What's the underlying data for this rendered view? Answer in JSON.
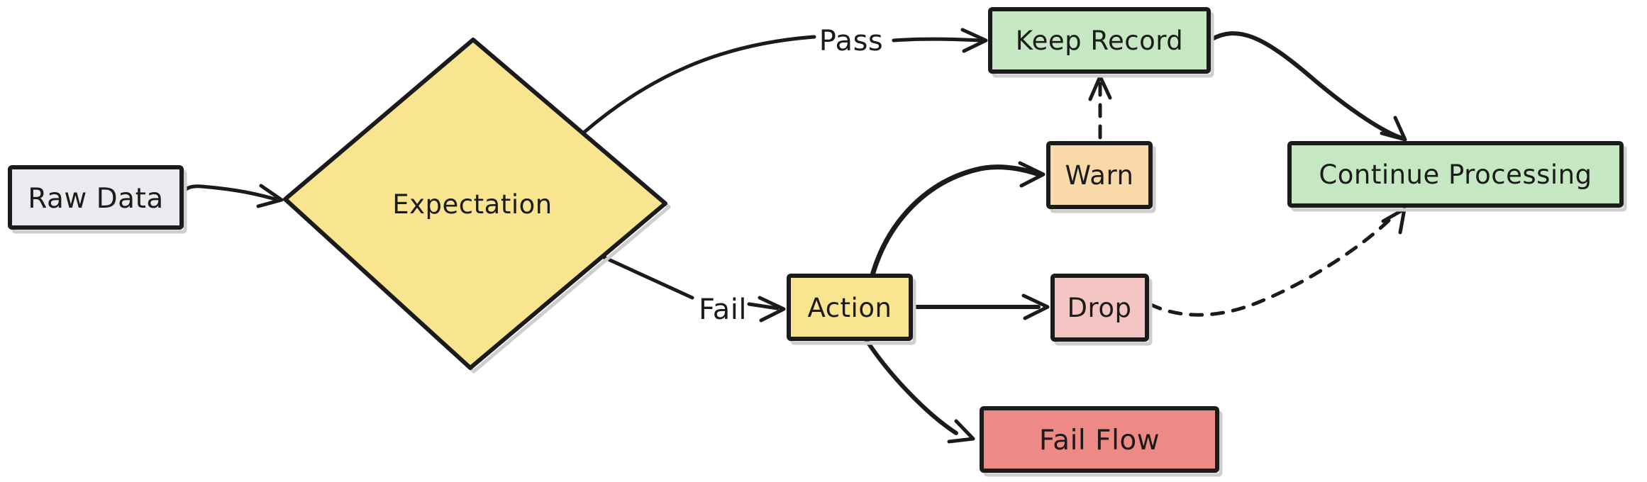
{
  "diagram": {
    "type": "flowchart",
    "style": "hand-drawn",
    "background": "#ffffff"
  },
  "colors": {
    "ink": "#1b1b1b",
    "shadow": "#cecece",
    "gray_node": "#e9ebee",
    "yellow_node": "#f9e58f",
    "green_node": "#c5e8c2",
    "orange_node": "#f8d9a7",
    "pink_node": "#f4c6c3",
    "red_node": "#ee8a86"
  },
  "nodes": {
    "raw_data": {
      "label": "Raw Data",
      "shape": "rectangle",
      "fill": "#e9ebee"
    },
    "expectation": {
      "label": "Expectation",
      "shape": "diamond",
      "fill": "#f9e58f"
    },
    "keep_record": {
      "label": "Keep Record",
      "shape": "rectangle",
      "fill": "#c5e8c2"
    },
    "warn": {
      "label": "Warn",
      "shape": "rectangle",
      "fill": "#f8d9a7"
    },
    "action": {
      "label": "Action",
      "shape": "rectangle",
      "fill": "#f9e58f"
    },
    "drop": {
      "label": "Drop",
      "shape": "rectangle",
      "fill": "#f4c6c3"
    },
    "fail_flow": {
      "label": "Fail Flow",
      "shape": "rectangle",
      "fill": "#ee8a86"
    },
    "continue_processing": {
      "label": "Continue Processing",
      "shape": "rectangle",
      "fill": "#c5e8c2"
    }
  },
  "edge_labels": {
    "pass": "Pass",
    "fail": "Fail"
  },
  "edges": [
    {
      "from": "Raw Data",
      "to": "Expectation",
      "label": "",
      "style": "solid"
    },
    {
      "from": "Expectation",
      "to": "Keep Record",
      "label": "Pass",
      "style": "solid"
    },
    {
      "from": "Expectation",
      "to": "Action",
      "label": "Fail",
      "style": "solid"
    },
    {
      "from": "Keep Record",
      "to": "Continue Processing",
      "label": "",
      "style": "solid"
    },
    {
      "from": "Warn",
      "to": "Keep Record",
      "label": "",
      "style": "dashed"
    },
    {
      "from": "Action",
      "to": "Warn",
      "label": "",
      "style": "solid"
    },
    {
      "from": "Action",
      "to": "Drop",
      "label": "",
      "style": "solid"
    },
    {
      "from": "Action",
      "to": "Fail Flow",
      "label": "",
      "style": "solid"
    },
    {
      "from": "Drop",
      "to": "Continue Processing",
      "label": "",
      "style": "dashed"
    }
  ]
}
